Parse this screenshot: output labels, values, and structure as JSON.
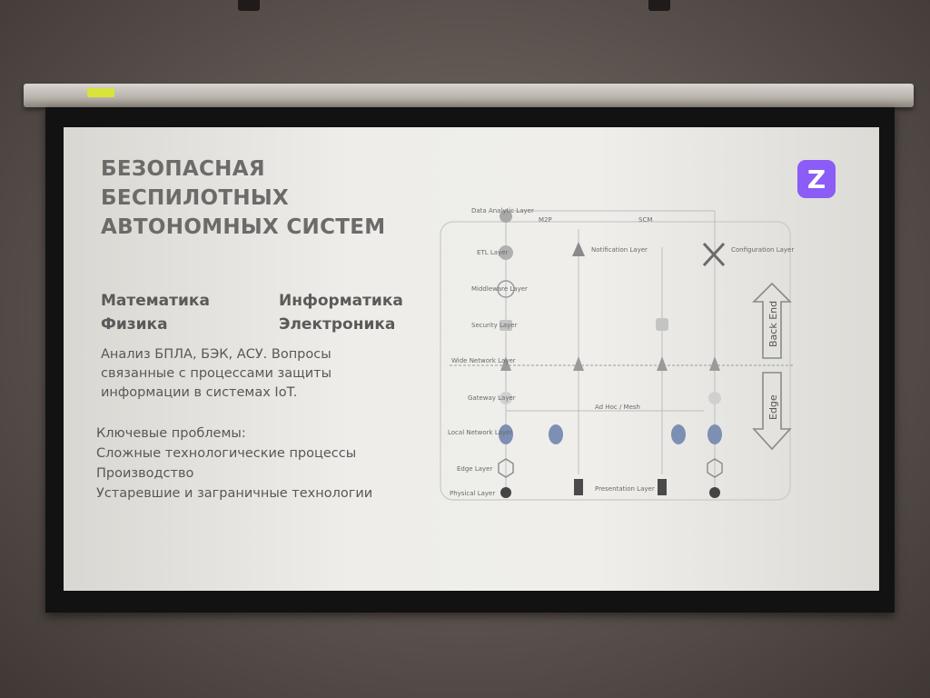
{
  "slide": {
    "title_lines": [
      "БЕЗОПАСНАЯ",
      "БЕСПИЛОТНЫХ",
      "АВТОНОМНЫХ СИСТЕМ"
    ],
    "subjects": {
      "col1": [
        "Математика",
        "Физика"
      ],
      "col2": [
        "Информатика",
        "Электроника"
      ]
    },
    "description_lines": [
      "Анализ БПЛА, БЭК, АСУ. Вопросы",
      "связанные с процессами защиты",
      "информации в системах IoT."
    ],
    "problems_heading": "Ключевые проблемы:",
    "problems": [
      "Сложные технологические процессы",
      "Производство",
      "Устаревшие и заграничные технологии"
    ],
    "logo_glyph": "Z"
  },
  "diagram": {
    "layers_left": [
      "Data Analytic Layer",
      "ETL Layer",
      "Middleware Layer",
      "Security Layer",
      "Wide Network Layer",
      "Gateway Layer",
      "Local Network Layer",
      "Edge Layer",
      "Physical Layer"
    ],
    "notification_label": "Notification Layer",
    "configuration_label": "Configuration Layer",
    "presentation_label": "Presentation Layer",
    "m2p_label": "M2P",
    "scm_label": "SCM",
    "adhoc_label": "Ad Hoc / Mesh",
    "back_end_label": "Back End",
    "edge_label": "Edge"
  },
  "colors": {
    "logo": "#8b5cf6",
    "slide_text": "#5c5a59",
    "screen_frame": "#121212"
  }
}
